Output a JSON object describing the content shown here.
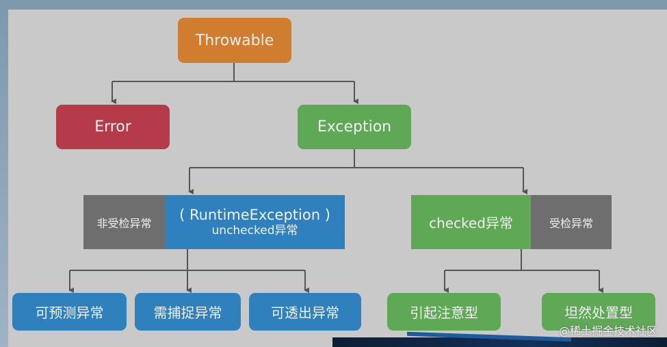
{
  "nodes": {
    "throwable": "Throwable",
    "error": "Error",
    "exception": "Exception",
    "unchecked_tag": "非受检异常",
    "runtime_line1": "( RuntimeException )",
    "runtime_line2": "unchecked异常",
    "checked": "checked异常",
    "checked_tag": "受检异常",
    "predictable": "可预测异常",
    "need_catch": "需捕捉异常",
    "propagate": "可透出异常",
    "attention": "引起注意型",
    "handle_calmly": "坦然处置型"
  },
  "watermark": "@稀土掘金技术社区",
  "colors": {
    "background": "#c9c9c9",
    "throwable": "#d17d30",
    "error": "#b53a4a",
    "exception": "#5ea856",
    "unchecked": "#2f81be",
    "tag": "#6e6e6e",
    "connector": "#555555"
  }
}
